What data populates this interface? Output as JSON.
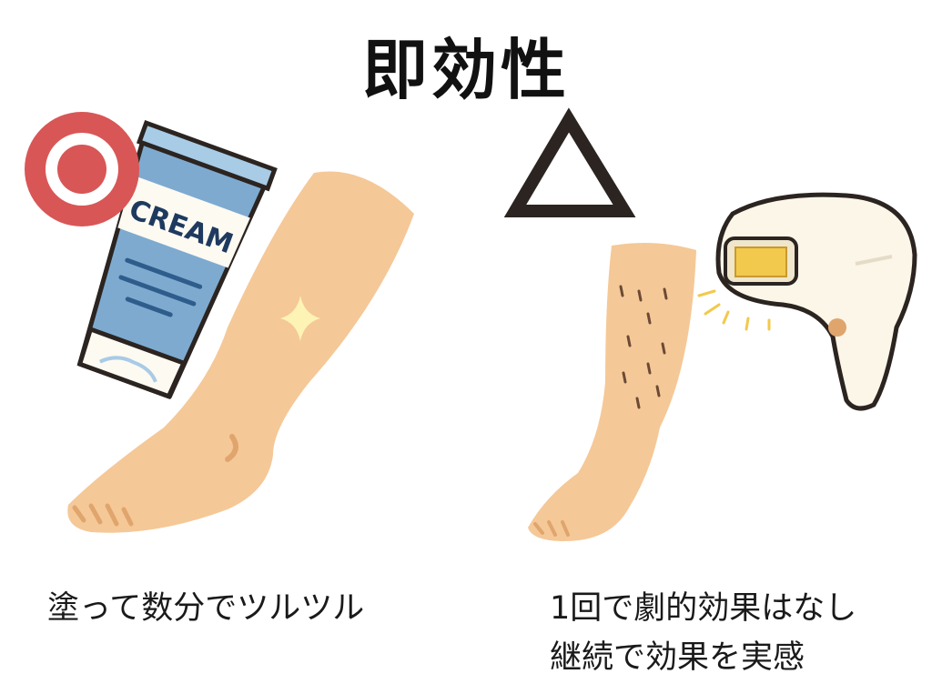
{
  "title": "即効性",
  "left": {
    "mark": "double-circle-mark",
    "tube_label": "CREAM",
    "caption": "塗って数分でツルツル"
  },
  "right": {
    "mark": "triangle-mark",
    "caption_lines": [
      "1回で劇的効果はなし",
      "継続で効果を実感"
    ]
  },
  "colors": {
    "skin": "#f5c897",
    "red": "#d95656",
    "blue": "#7eaad0",
    "outline": "#2b2420",
    "device": "#fbf6e8",
    "light": "#f2c94c"
  }
}
